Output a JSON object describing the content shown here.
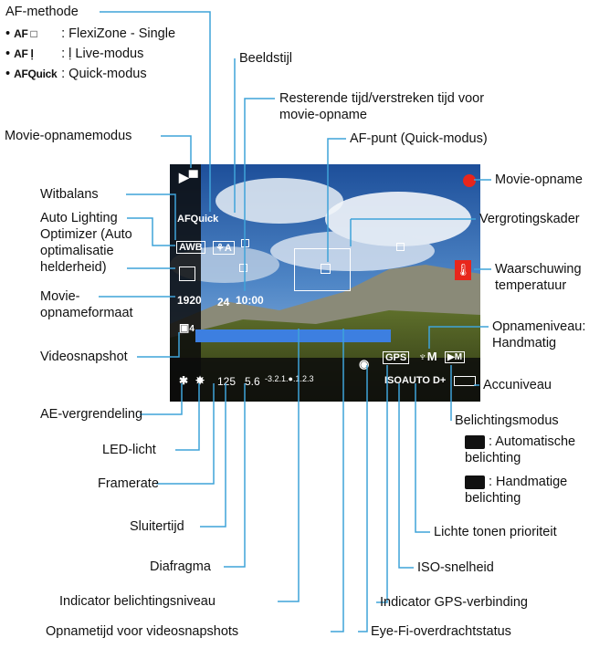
{
  "labels": {
    "af_method": "AF-methode",
    "af_opt1": ": FlexiZone - Single",
    "af_opt2": ": ḷ Live-modus",
    "af_opt3": ": Quick-modus",
    "af_sym1": "AF □",
    "af_sym2": "AF ḷ",
    "af_sym3": "AFQuick",
    "picture_style": "Beeldstijl",
    "remaining_time": "Resterende tijd/verstreken tijd voor movie-opname",
    "movie_shoot_mode": "Movie-opnamemodus",
    "af_point": "AF-punt (Quick-modus)",
    "movie_recording": "Movie-opname",
    "white_balance": "Witbalans",
    "alo": "Auto Lighting Optimizer (Auto optimalisatie helderheid)",
    "magnify_frame": "Vergrotingskader",
    "temp_warning": "Waarschuwing temperatuur",
    "movie_format": "Movie-opnameformaat",
    "rec_level": "Opnameniveau: Handmatig",
    "video_snapshot": "Videosnapshot",
    "battery": "Accuniveau",
    "ae_lock": "AE-vergrendeling",
    "exposure_mode": "Belichtingsmodus",
    "exp_auto": ": Automatische belichting",
    "exp_manual": ": Handmatige belichting",
    "led": "LED-licht",
    "frame_rate": "Framerate",
    "highlight_priority": "Lichte tonen prioriteit",
    "shutter": "Sluitertijd",
    "iso": "ISO-snelheid",
    "aperture": "Diafragma",
    "gps": "Indicator GPS-verbinding",
    "exp_level": "Indicator belichtingsniveau",
    "snapshot_time": "Opnametijd voor videosnapshots",
    "eyefi": "Eye-Fi-overdrachtstatus"
  },
  "screen": {
    "af_quick": "AFQuick",
    "awb": "AWB",
    "picture_style_icon": "⚘A",
    "time": "10:00",
    "format": "1920",
    "fps": "24",
    "snapshot_sub": "4",
    "shutter": "125",
    "aperture": "5.6",
    "scale": "-3.2.1.●.1.2.3",
    "gps": "GPS",
    "iso": "AUTO",
    "rec_level": "M"
  },
  "colors": {
    "leader": "#3fa3d9",
    "rec_dot": "#e8261c",
    "temp_warn": "#e8261c",
    "level_bar": "#3d7fe0"
  }
}
